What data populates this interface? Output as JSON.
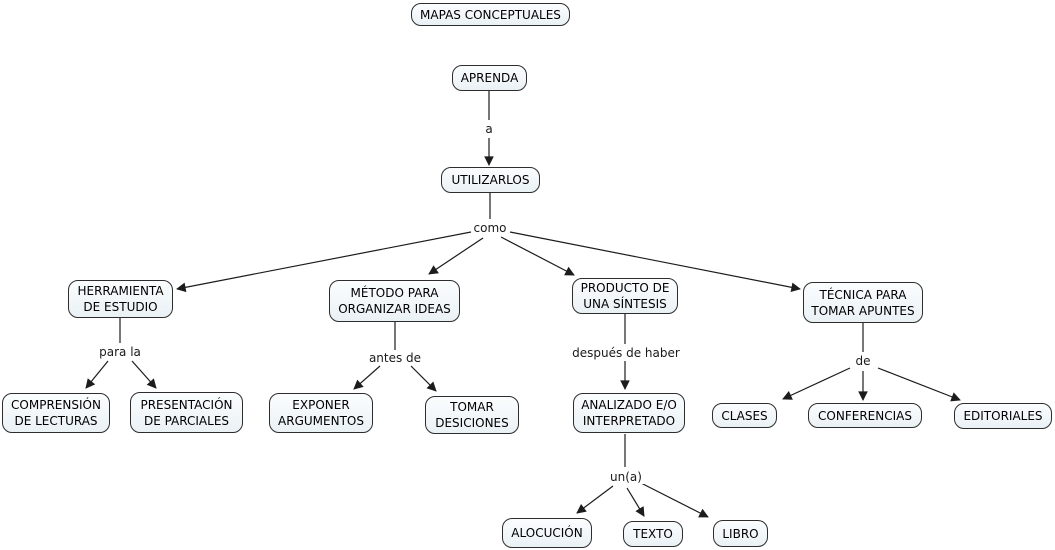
{
  "canvas": {
    "background": "#ffffff",
    "node_fill_top": "#fbfdfe",
    "node_fill_bottom": "#eaf1f5",
    "node_border": "#2d2d2d",
    "line_color": "#1c1c1c",
    "text_color": "#000000"
  },
  "nodes": {
    "mapas_conceptuales": {
      "label": "MAPAS CONCEPTUALES"
    },
    "aprenda": {
      "label": "APRENDA"
    },
    "utilizarlos": {
      "label": "UTILIZARLOS"
    },
    "herramienta": {
      "label": "HERRAMIENTA\nDE ESTUDIO"
    },
    "metodo": {
      "label": "MÉTODO PARA\nORGANIZAR IDEAS"
    },
    "producto": {
      "label": "PRODUCTO DE\nUNA SÍNTESIS"
    },
    "tecnica": {
      "label": "TÉCNICA PARA\nTOMAR APUNTES"
    },
    "comprension": {
      "label": "COMPRENSIÓN\nDE LECTURAS"
    },
    "presentacion": {
      "label": "PRESENTACIÓN\nDE PARCIALES"
    },
    "exponer": {
      "label": "EXPONER\nARGUMENTOS"
    },
    "tomar_desiciones": {
      "label": "TOMAR\nDESICIONES"
    },
    "analizado": {
      "label": "ANALIZADO E/O\nINTERPRETADO"
    },
    "clases": {
      "label": "CLASES"
    },
    "conferencias": {
      "label": "CONFERENCIAS"
    },
    "editoriales": {
      "label": "EDITORIALES"
    },
    "alocucion": {
      "label": "ALOCUCIÓN"
    },
    "texto": {
      "label": "TEXTO"
    },
    "libro": {
      "label": "LIBRO"
    }
  },
  "linking_phrases": {
    "a": "a",
    "como": "como",
    "para_la": "para la",
    "antes_de": "antes de",
    "despues_de_haber": "después de haber",
    "de": "de",
    "un_a": "un(a)"
  }
}
